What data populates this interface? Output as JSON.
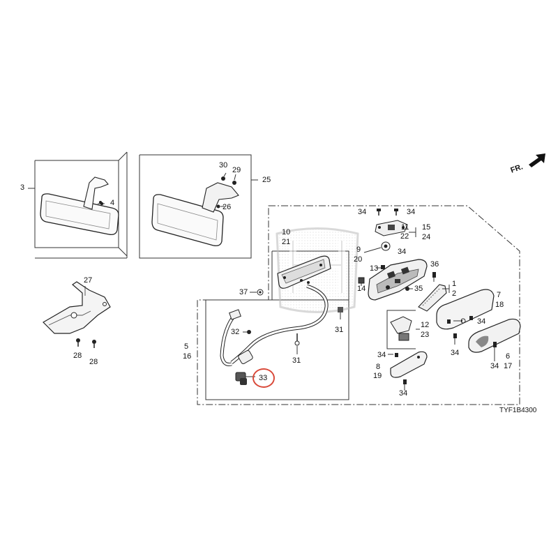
{
  "diagram": {
    "part_code": "TYF1B4300",
    "front_label": "FR.",
    "highlight_color": "#d94a3a",
    "line_color": "#333333",
    "callouts": {
      "c3": "3",
      "c4": "4",
      "c30": "30",
      "c29": "29",
      "c25": "25",
      "c26": "26",
      "c27": "27",
      "c28a": "28",
      "c28b": "28",
      "c10": "10",
      "c21": "21",
      "c37": "37",
      "c5": "5",
      "c16": "16",
      "c32": "32",
      "c31a": "31",
      "c31b": "31",
      "c33": "33",
      "c34a": "34",
      "c34b": "34",
      "c34c": "34",
      "c34d": "34",
      "c34e": "34",
      "c34f": "34",
      "c34g": "34",
      "c11": "11",
      "c22": "22",
      "c15": "15",
      "c24": "24",
      "c9": "9",
      "c20": "20",
      "c13": "13",
      "c14": "14",
      "c35": "35",
      "c36": "36",
      "c1": "1",
      "c2": "2",
      "c7": "7",
      "c18": "18",
      "c12": "12",
      "c23": "23",
      "c8": "8",
      "c19": "19",
      "c6": "6",
      "c17": "17"
    }
  }
}
